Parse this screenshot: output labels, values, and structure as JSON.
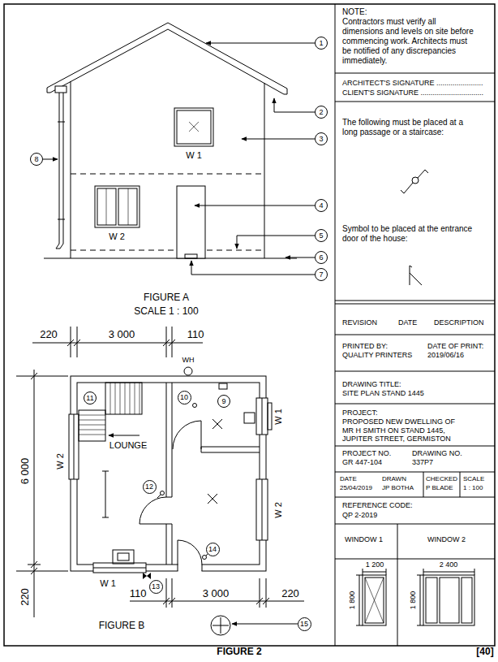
{
  "diagram": {
    "caption": "FIGURE 2",
    "nodes": [
      {
        "text": [
          "1"
        ]
      },
      {
        "text": [
          "2"
        ]
      },
      {
        "text": [
          "3"
        ]
      },
      {
        "text": [
          "4"
        ]
      },
      {
        "text": [
          "5"
        ]
      },
      {
        "text": [
          "6"
        ]
      },
      {
        "text": [
          "7"
        ]
      },
      {
        "text": [
          "8"
        ]
      },
      {
        "text": [
          "9"
        ]
      },
      {
        "text": [
          "10"
        ]
      },
      {
        "text": [
          "11"
        ]
      },
      {
        "text": [
          "12"
        ]
      },
      {
        "text": [
          "13"
        ]
      },
      {
        "text": [
          "14"
        ]
      },
      {
        "text": [
          "15"
        ]
      },
      {
        "text": [
          "NOTE:",
          "Contractors must verify all dimensions and levels on site before commencing work. Architects must be notified of any discrepancies immediately."
        ]
      },
      {
        "text": [
          "ARCHITECT'S SIGNATURE .......................",
          "CLIENT'S SIGNATURE ..............................."
        ]
      },
      {
        "text": [
          "The following must be placed at a long passage or a staircase:",
          "Symbol to be placed at the entrance door of the house:"
        ]
      },
      {
        "text": [
          "REVISION",
          "DATE",
          "DESCRIPTION"
        ]
      },
      {
        "text": [
          "PRINTED BY:",
          "QUALITY PRINTERS",
          "DATE OF PRINT:",
          "2019/06/16"
        ]
      },
      {
        "text": [
          "DRAWING TITLE:",
          "SITE PLAN STAND 1445"
        ]
      },
      {
        "text": [
          "PROJECT:",
          "PROPOSED NEW DWELLING OF MR H SMITH ON STAND 1445, JUPITER STREET, GERMISTON"
        ]
      },
      {
        "text": [
          "PROJECT NO.",
          "GR 447-104",
          "DRAWING NO.",
          "337P7"
        ]
      },
      {
        "text": [
          "DATE",
          "25/04/2019",
          "DRAWN",
          "JP BOTHA"
        ]
      },
      {
        "text": [
          "CHECKED",
          "P BLADE"
        ]
      },
      {
        "text": [
          "SCALE",
          "1 : 100"
        ]
      },
      {
        "text": [
          "REFERENCE CODE:",
          "QP 2-2019"
        ]
      },
      {
        "text": [
          "WINDOW 1"
        ]
      },
      {
        "text": [
          "WINDOW 2"
        ]
      }
    ],
    "labels": [
      "W 1",
      "W 2",
      "FIGURE A",
      "SCALE 1 : 100",
      "220",
      "3 000",
      "110",
      "WH",
      "LOUNGE",
      "W 2",
      "W 1",
      "W 2",
      "W 1",
      "6 000",
      "220",
      "110",
      "3 000",
      "220",
      "FIGURE B",
      "1 200",
      "1 800",
      "2 400",
      "1 800",
      "[40]"
    ]
  }
}
